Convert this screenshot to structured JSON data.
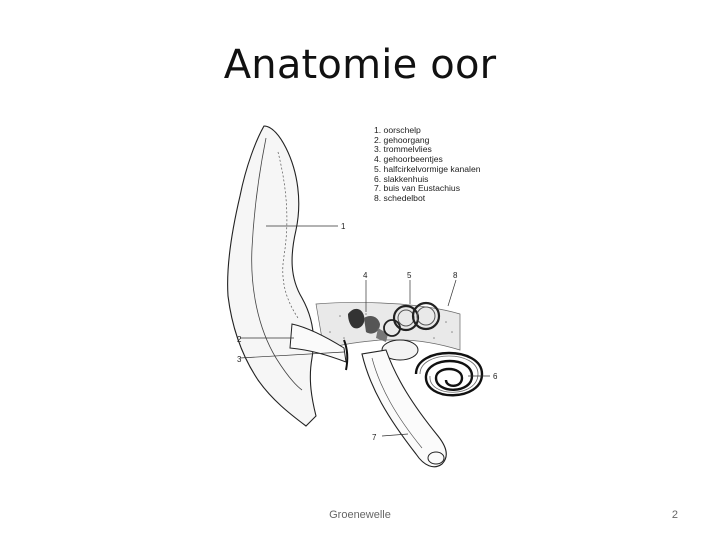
{
  "slide": {
    "title": "Anatomie oor",
    "footer_text": "Groenewelle",
    "page_number": "2"
  },
  "diagram": {
    "legend": [
      "1. oorschelp",
      "2. gehoorgang",
      "3. trommelvlies",
      "4. gehoorbeentjes",
      "5. halfcirkelvormige kanalen",
      "6. slakkenhuis",
      "7. buis van Eustachius",
      "8. schedelbot"
    ],
    "callouts": {
      "n1": "1",
      "n2": "2",
      "n3": "3",
      "n4": "4",
      "n5": "5",
      "n6": "6",
      "n7": "7",
      "n8": "8"
    }
  }
}
